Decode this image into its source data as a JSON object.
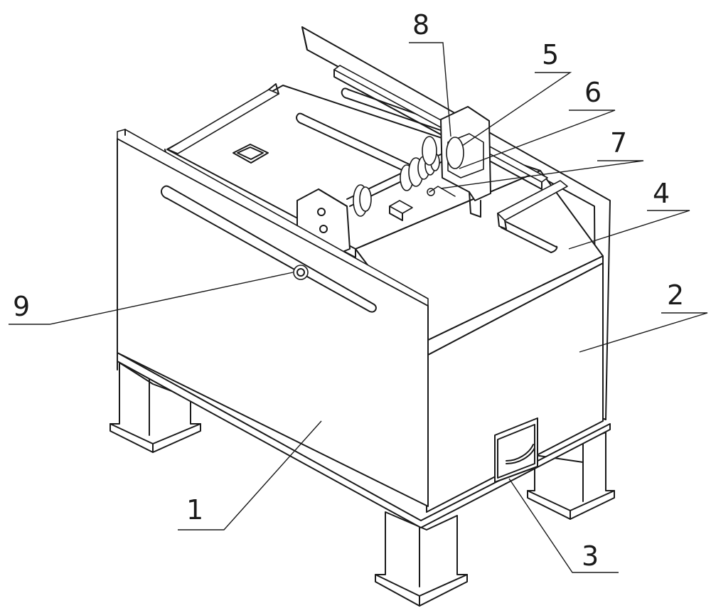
{
  "diagram": {
    "callouts": [
      {
        "id": "1",
        "label": "1"
      },
      {
        "id": "2",
        "label": "2"
      },
      {
        "id": "3",
        "label": "3"
      },
      {
        "id": "4",
        "label": "4"
      },
      {
        "id": "5",
        "label": "5"
      },
      {
        "id": "6",
        "label": "6"
      },
      {
        "id": "7",
        "label": "7"
      },
      {
        "id": "8",
        "label": "8"
      },
      {
        "id": "9",
        "label": "9"
      }
    ]
  },
  "colors": {
    "line": "#1a1a1a",
    "background": "#ffffff"
  }
}
